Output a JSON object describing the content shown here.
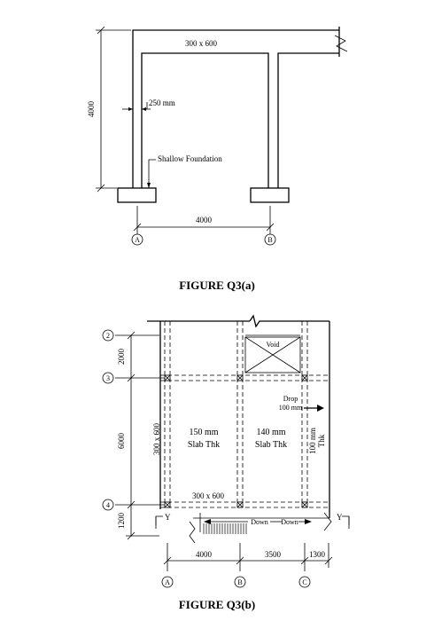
{
  "figure_a": {
    "beam_label": "300 x 600",
    "height_dim": "4000",
    "wall_thickness": "250 mm",
    "foundation_label": "Shallow Foundation",
    "span_dim": "4000",
    "grid_a": "A",
    "grid_b": "B",
    "caption": "FIGURE Q3(a)"
  },
  "figure_b": {
    "grid_2": "2",
    "grid_3": "3",
    "grid_4": "4",
    "dim_2000": "2000",
    "dim_6000": "6000",
    "dim_1200": "1200",
    "void_label": "Void",
    "drop_label_1": "Drop",
    "drop_label_2": "100 mm",
    "beam_vertical": "300 x 600",
    "slab1_line1": "150 mm",
    "slab1_line2": "Slab Thk",
    "slab2_line1": "140 mm",
    "slab2_line2": "Slab Thk",
    "slab3_line1": "100 mm",
    "slab3_line2": "Thk",
    "beam_horizontal": "300 x 600",
    "section_left": "Y",
    "section_right": "Y",
    "stair_down_1": "Down",
    "stair_down_2": "Down",
    "dim_4000": "4000",
    "dim_3500": "3500",
    "dim_1300": "1300",
    "grid_a": "A",
    "grid_b": "B",
    "grid_c": "C",
    "caption": "FIGURE Q3(b)"
  }
}
